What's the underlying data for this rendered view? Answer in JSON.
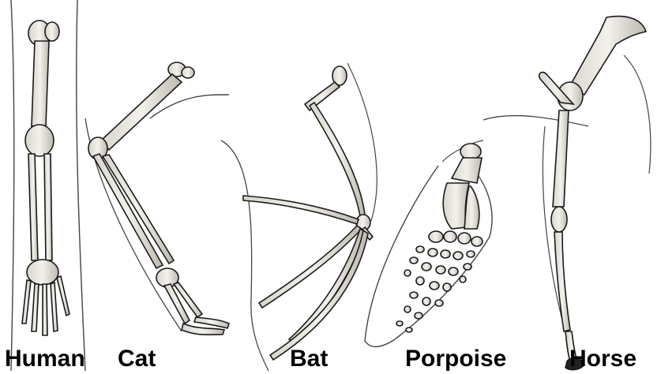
{
  "labels": {
    "human": "Human",
    "cat": "Cat",
    "bat": "Bat",
    "porpoise": "Porpoise",
    "horse": "Horse"
  },
  "colors": {
    "bone_fill": "#e9e7e1",
    "bone_shade": "#b8b5ad",
    "outline": "#1a1a1a",
    "body_line": "#333333"
  }
}
